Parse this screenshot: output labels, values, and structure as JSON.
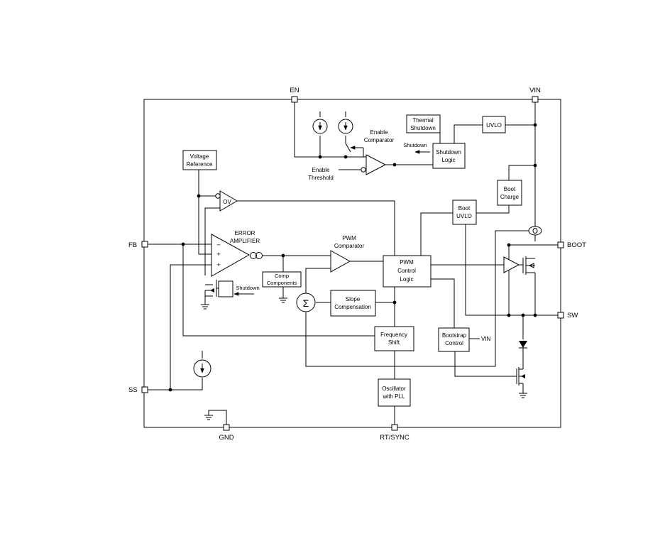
{
  "pins": {
    "en": "EN",
    "vin": "VIN",
    "fb": "FB",
    "boot": "BOOT",
    "sw": "SW",
    "ss": "SS",
    "gnd": "GND",
    "rtsync": "RT/SYNC"
  },
  "blocks": {
    "voltage_reference": [
      "Voltage",
      "Reference"
    ],
    "thermal_shutdown": [
      "Thermal",
      "Shutdown"
    ],
    "uvlo": "UVLO",
    "shutdown_logic": [
      "Shutdown",
      "Logic"
    ],
    "boot_charge": [
      "Boot",
      "Charge"
    ],
    "boot_uvlo": [
      "Boot",
      "UVLO"
    ],
    "pwm_control_logic": [
      "PWM",
      "Control",
      "Logic"
    ],
    "comp_components": [
      "Comp",
      "Components"
    ],
    "slope_compensation": [
      "Slope",
      "Compensation"
    ],
    "frequency_shift": [
      "Frequency",
      "Shift"
    ],
    "bootstrap_control": [
      "Bootstrap",
      "Control"
    ],
    "oscillator": [
      "Oscillator",
      "with PLL"
    ]
  },
  "labels": {
    "ov": "OV",
    "error_amplifier": [
      "ERROR",
      "AMPLIFIER"
    ],
    "pwm_comparator": [
      "PWM",
      "Comparator"
    ],
    "enable_comparator": [
      "Enable",
      "Comparator"
    ],
    "enable_threshold": [
      "Enable",
      "Threshold"
    ],
    "shutdown_top": "Shutdown",
    "shutdown_left": "Shutdown",
    "vin_bootstrap": "VIN",
    "sigma": "Σ",
    "minus": "−",
    "plus1": "+",
    "plus2": "+"
  }
}
